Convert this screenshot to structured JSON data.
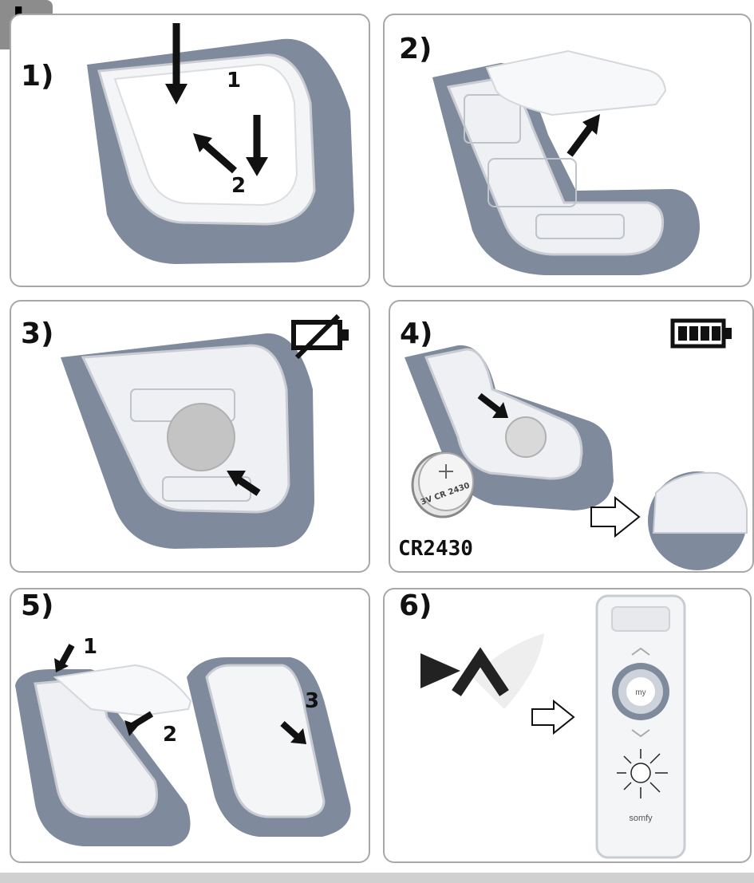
{
  "section_tab": "I",
  "panels": [
    {
      "label": "1)",
      "steps": [
        "1",
        "2"
      ]
    },
    {
      "label": "2)"
    },
    {
      "label": "3)",
      "icon": "battery-empty-icon"
    },
    {
      "label": "4)",
      "icon": "battery-full-icon",
      "battery_face": "3V CR 2430",
      "battery_caption": "CR2430"
    },
    {
      "label": "5)",
      "steps": [
        "1",
        "2",
        "3"
      ]
    },
    {
      "label": "6)",
      "remote_brand": "somfy",
      "remote_button": "my"
    }
  ],
  "colors": {
    "remote_shell": "#7f8a9c",
    "tab": "#8c8c8c",
    "panel_border": "#a8a8a8",
    "battery": "#c4c4c4"
  }
}
